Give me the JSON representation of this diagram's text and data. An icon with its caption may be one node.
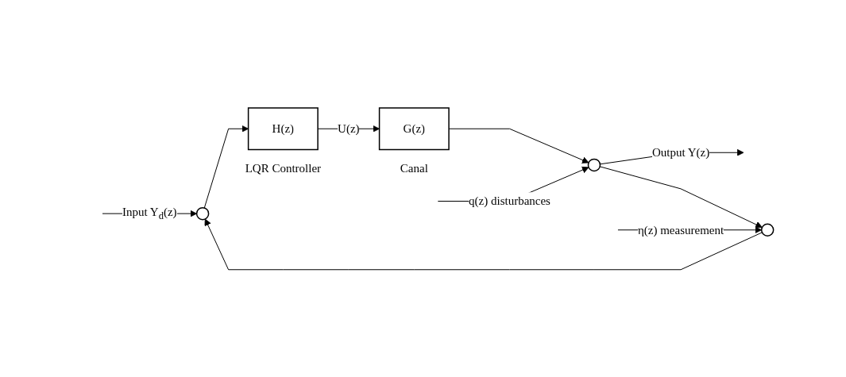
{
  "diagram": {
    "nodes": [
      {
        "text": [],
        "shape": "circle"
      },
      {
        "text": [
          "H(z)"
        ],
        "beside": [
          "LQR Controller"
        ]
      },
      {
        "text": [
          "G(z)"
        ],
        "beside": [
          "Canal"
        ]
      },
      {
        "text": [],
        "shape": "circle"
      },
      {
        "text": [],
        "shape": "circle"
      }
    ],
    "edges": [
      {
        "from": null,
        "to": 0,
        "arrow": "to",
        "label": "Input Y$_{d}$(z)"
      },
      {
        "from": 0,
        "to": 1,
        "arrow": "to"
      },
      {
        "from": 1,
        "to": 2,
        "arrow": "to",
        "label": "U(z)"
      },
      {
        "from": 2,
        "to": 3,
        "arrow": "to"
      },
      {
        "from": 3,
        "to": null,
        "arrow": "to",
        "label": "Output Y(z)"
      },
      {
        "from": null,
        "to": 3,
        "arrow": "to",
        "label": "q(z) disturbances"
      },
      {
        "from": 3,
        "to": 4,
        "arrow": "to"
      },
      {
        "from": 4,
        "to": 0,
        "arrow": "to"
      },
      {
        "from": null,
        "to": 4,
        "arrow": "to",
        "label": "η(z) measurement"
      }
    ]
  }
}
